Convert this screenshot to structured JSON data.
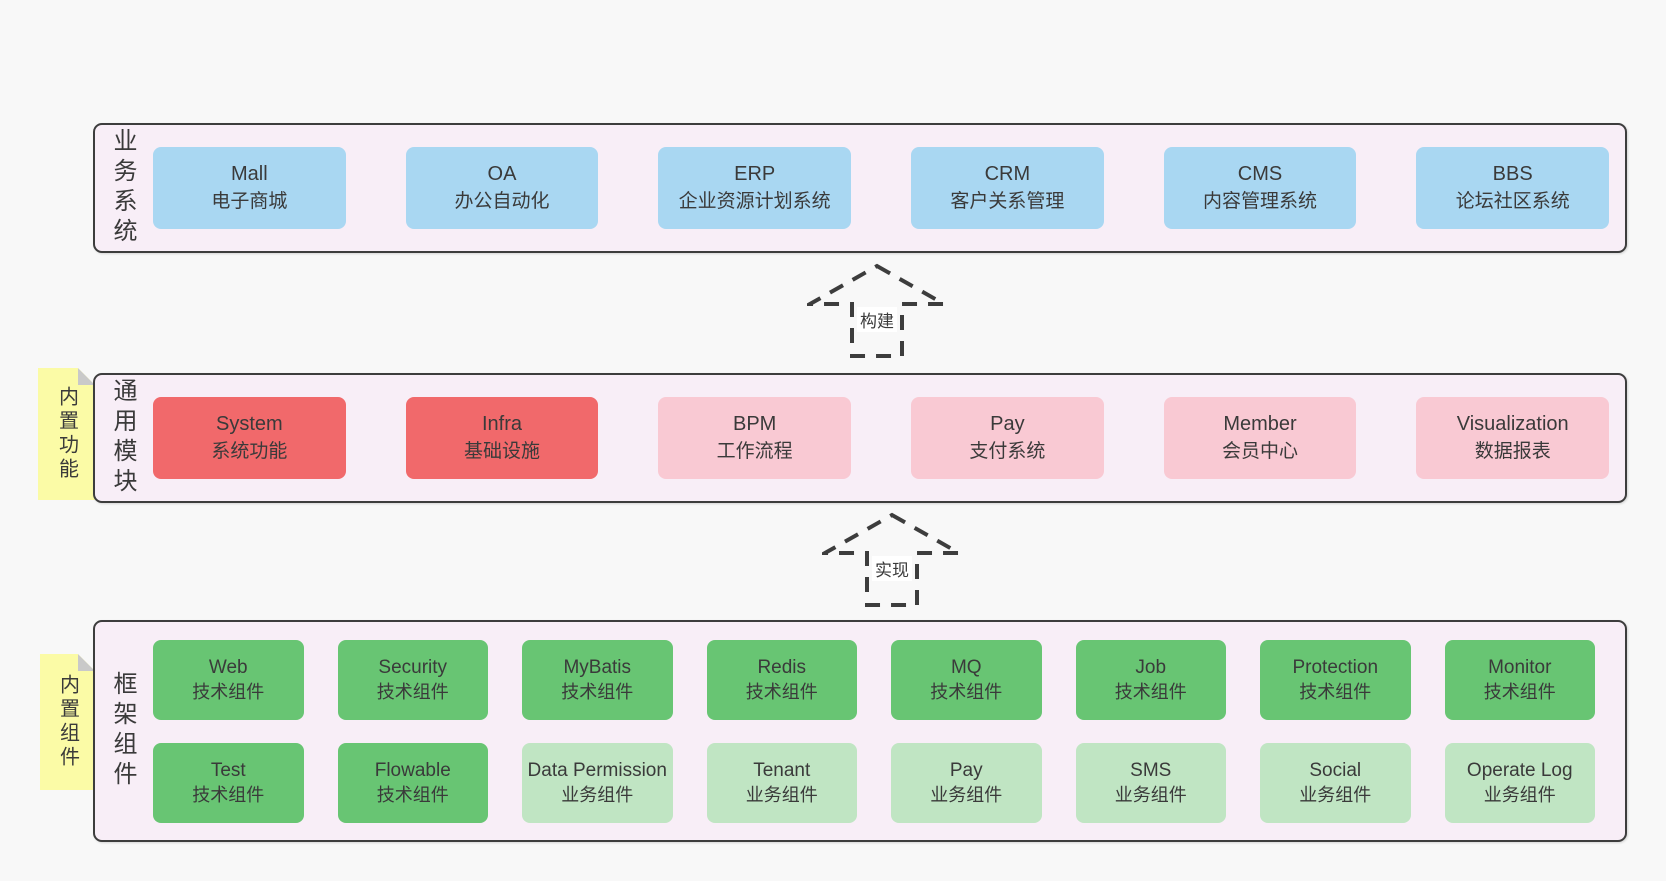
{
  "colors": {
    "page_bg": "#f8f8f8",
    "panel_bg": "#f8eef7",
    "line": "#3d3d3d",
    "blue": "#a9d7f2",
    "red": "#f1696b",
    "pink": "#f9c9d3",
    "green": "#68c573",
    "light_green": "#c0e5c3",
    "note_yellow": "#fbfba6",
    "note_fold": "#c9c9c9"
  },
  "sections": {
    "business": {
      "label": "业务系统",
      "boxes": [
        {
          "name": "Mall",
          "desc": "电子商城",
          "variant": "blue"
        },
        {
          "name": "OA",
          "desc": "办公自动化",
          "variant": "blue"
        },
        {
          "name": "ERP",
          "desc": "企业资源计划系统",
          "variant": "blue"
        },
        {
          "name": "CRM",
          "desc": "客户关系管理",
          "variant": "blue"
        },
        {
          "name": "CMS",
          "desc": "内容管理系统",
          "variant": "blue"
        },
        {
          "name": "BBS",
          "desc": "论坛社区系统",
          "variant": "blue"
        }
      ]
    },
    "modules": {
      "label": "通用模块",
      "note": "内置功能",
      "boxes": [
        {
          "name": "System",
          "desc": "系统功能",
          "variant": "red"
        },
        {
          "name": "Infra",
          "desc": "基础设施",
          "variant": "red"
        },
        {
          "name": "BPM",
          "desc": "工作流程",
          "variant": "pink"
        },
        {
          "name": "Pay",
          "desc": "支付系统",
          "variant": "pink"
        },
        {
          "name": "Member",
          "desc": "会员中心",
          "variant": "pink"
        },
        {
          "name": "Visualization",
          "desc": "数据报表",
          "variant": "pink"
        }
      ]
    },
    "framework": {
      "label": "框架组件",
      "note": "内置组件",
      "row1": [
        {
          "name": "Web",
          "desc": "技术组件",
          "variant": "green"
        },
        {
          "name": "Security",
          "desc": "技术组件",
          "variant": "green"
        },
        {
          "name": "MyBatis",
          "desc": "技术组件",
          "variant": "green"
        },
        {
          "name": "Redis",
          "desc": "技术组件",
          "variant": "green"
        },
        {
          "name": "MQ",
          "desc": "技术组件",
          "variant": "green"
        },
        {
          "name": "Job",
          "desc": "技术组件",
          "variant": "green"
        },
        {
          "name": "Protection",
          "desc": "技术组件",
          "variant": "green"
        },
        {
          "name": "Monitor",
          "desc": "技术组件",
          "variant": "green"
        }
      ],
      "row2": [
        {
          "name": "Test",
          "desc": "技术组件",
          "variant": "green"
        },
        {
          "name": "Flowable",
          "desc": "技术组件",
          "variant": "green"
        },
        {
          "name": "Data Permission",
          "desc": "业务组件",
          "variant": "lightgreen"
        },
        {
          "name": "Tenant",
          "desc": "业务组件",
          "variant": "lightgreen"
        },
        {
          "name": "Pay",
          "desc": "业务组件",
          "variant": "lightgreen"
        },
        {
          "name": "SMS",
          "desc": "业务组件",
          "variant": "lightgreen"
        },
        {
          "name": "Social",
          "desc": "业务组件",
          "variant": "lightgreen"
        },
        {
          "name": "Operate Log",
          "desc": "业务组件",
          "variant": "lightgreen"
        }
      ]
    }
  },
  "arrows": [
    {
      "label": "构建"
    },
    {
      "label": "实现"
    }
  ]
}
